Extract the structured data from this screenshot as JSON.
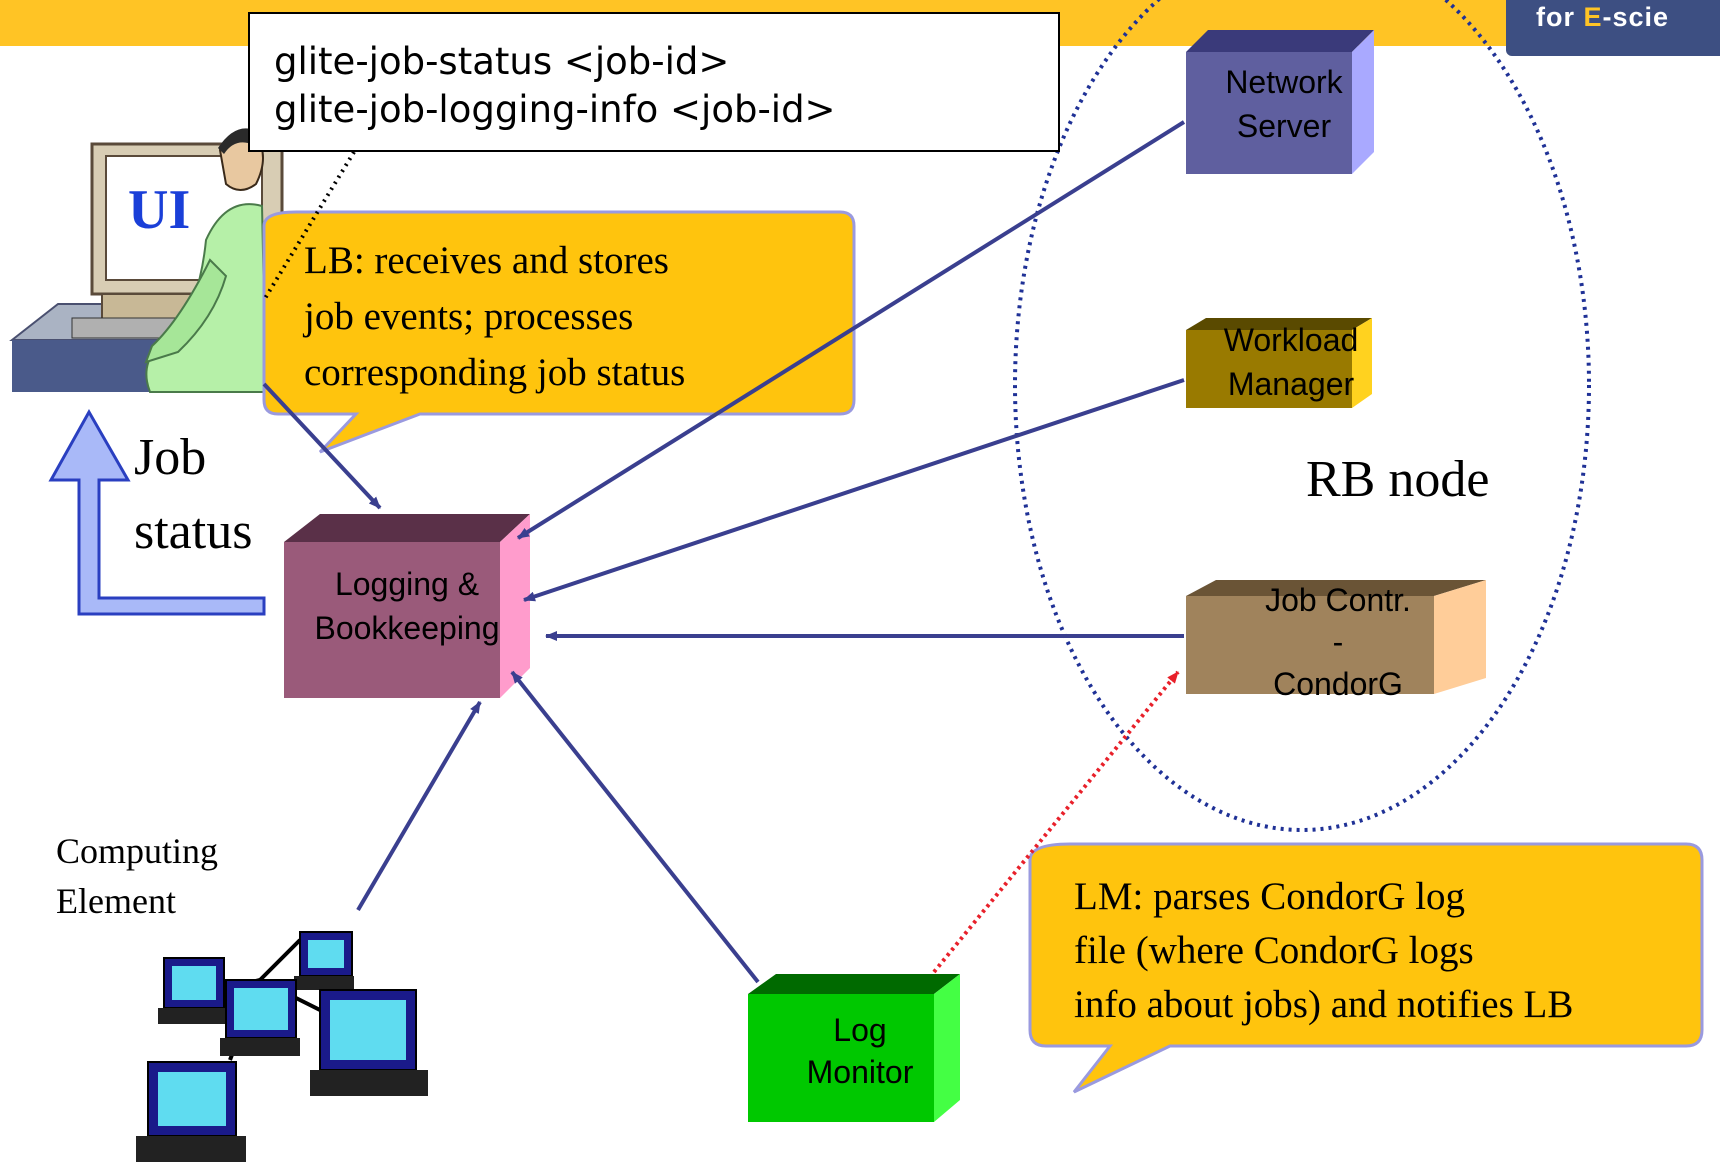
{
  "command_box": {
    "lines": [
      "glite-job-status <job-id>",
      "glite-job-logging-info <job-id>"
    ]
  },
  "ui": {
    "label": "UI"
  },
  "job_status_arrow": {
    "line1": "Job",
    "line2": "status"
  },
  "callout_lb": {
    "lines": [
      "LB: receives and stores",
      "job events; processes",
      "corresponding job status"
    ]
  },
  "callout_lm": {
    "lines": [
      "LM: parses CondorG log",
      "file (where CondorG logs",
      "info about jobs) and notifies LB"
    ]
  },
  "rb_node": {
    "label": "RB node"
  },
  "boxes": {
    "network_server": {
      "line1": "Network",
      "line2": "Server"
    },
    "workload_manager": {
      "line1": "Workload",
      "line2": "Manager"
    },
    "job_controller": {
      "line1": "Job Contr.",
      "line2": "-",
      "line3": "CondorG"
    },
    "logging_bookkeeping": {
      "line1": "Logging &",
      "line2": "Bookkeeping"
    },
    "log_monitor": {
      "line1": "Log",
      "line2": "Monitor"
    }
  },
  "computing_element": {
    "line1": "Computing",
    "line2": "Element"
  },
  "logo": {
    "prefix": "for ",
    "e": "E",
    "rest": "-scie"
  },
  "colors": {
    "band": "#ffc425",
    "arrow": "#3a3f8f",
    "dotted_red": "#e8202a",
    "rb_ellipse": "#1f3196",
    "callout_fill": "#ffc40d",
    "callout_border": "#9a9adf"
  }
}
